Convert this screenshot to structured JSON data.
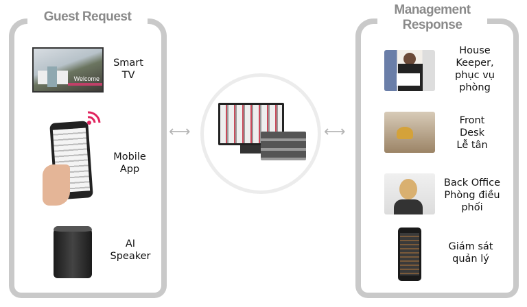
{
  "guest_request": {
    "title": "Guest Request",
    "items": [
      {
        "label_1": "Smart",
        "label_2": "TV",
        "screen_text": "Welcome"
      },
      {
        "label_1": "Mobile",
        "label_2": "App"
      },
      {
        "label_1": "AI",
        "label_2": "Speaker"
      }
    ]
  },
  "management_response": {
    "title_1": "Management",
    "title_2": "Response",
    "items": [
      {
        "lines": [
          "House",
          "Keeper,",
          "phục vụ",
          "phòng"
        ]
      },
      {
        "lines": [
          "Front",
          "Desk",
          "Lễ tân"
        ]
      },
      {
        "lines": [
          "Back Office",
          "Phòng điều",
          "phối"
        ]
      },
      {
        "lines": [
          "Giám sát",
          "quản lý"
        ]
      }
    ]
  },
  "arrows": {
    "left": "⟷",
    "right": "⟷"
  },
  "colors": {
    "frame": "#c9c9c9",
    "title": "#8a8a8a",
    "accent": "#e0245e"
  }
}
